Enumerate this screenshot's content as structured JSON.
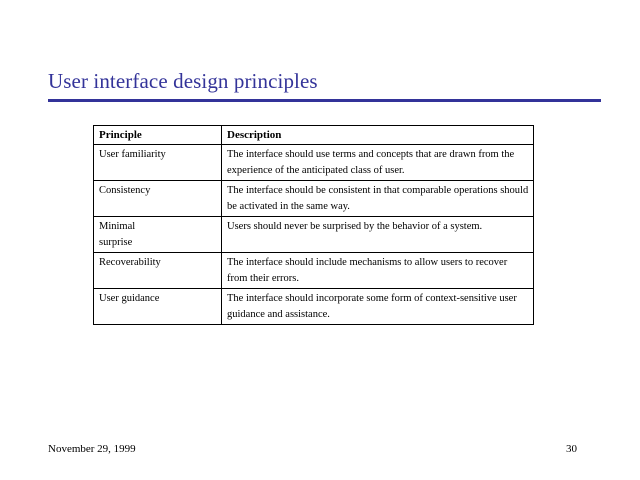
{
  "slide": {
    "title": "User interface design principles",
    "accent_color": "#333399",
    "background_color": "#ffffff",
    "text_color": "#000000"
  },
  "table": {
    "headers": {
      "principle": "Principle",
      "description": "Description"
    },
    "rows": [
      {
        "principle": "User familiarity",
        "description": "The interface should use terms and concepts that are drawn from the experience of the anticipated class of user."
      },
      {
        "principle": "Consistency",
        "description": "The interface should be consistent in that comparable operations should be activated in the same way."
      },
      {
        "principle": "Minimal\nsurprise",
        "description": "Users should never be surprised by the behavior of a system."
      },
      {
        "principle": "Recoverability",
        "description": "The interface should include mechanisms to allow users to recover from their errors."
      },
      {
        "principle": "User guidance",
        "description": "The interface should incorporate some form of context-sensitive user guidance and assistance."
      }
    ]
  },
  "footer": {
    "date": "November 29, 1999",
    "page_number": "30"
  }
}
